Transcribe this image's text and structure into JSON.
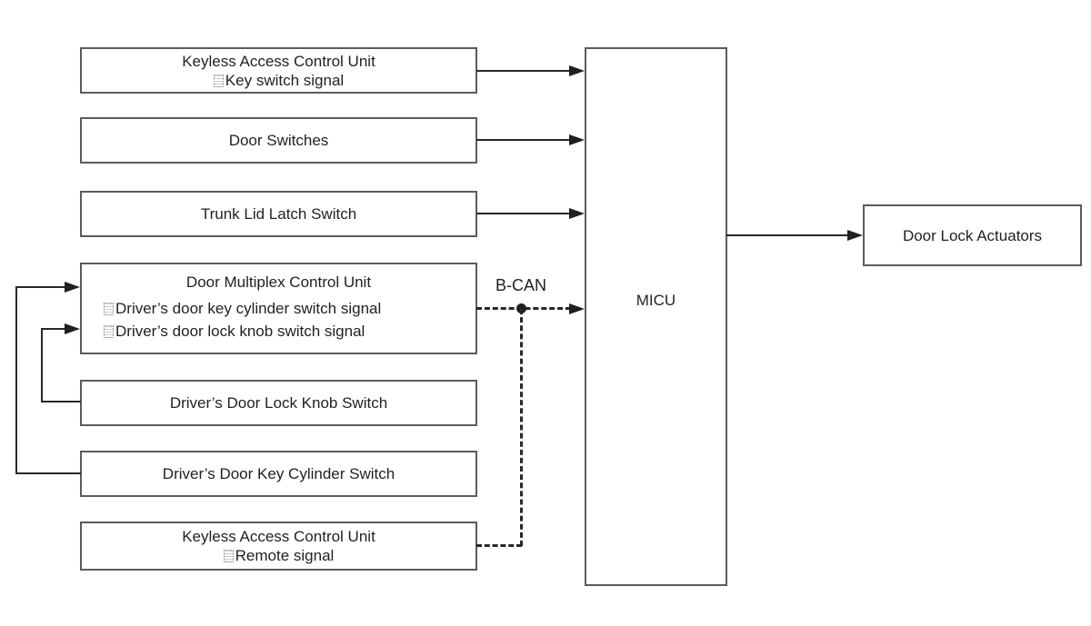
{
  "boxes": {
    "keyless_key": {
      "line1": "Keyless Access Control Unit",
      "line2": "Key switch signal"
    },
    "door_switches": {
      "label": "Door Switches"
    },
    "trunk_lid": {
      "label": "Trunk Lid Latch Switch"
    },
    "door_multiplex": {
      "title": "Door Multiplex Control Unit",
      "item1": "Driver’s door key cylinder switch signal",
      "item2": "Driver’s door lock knob switch signal"
    },
    "lock_knob": {
      "label": "Driver’s Door Lock Knob Switch"
    },
    "key_cylinder": {
      "label": "Driver’s Door Key Cylinder Switch"
    },
    "keyless_remote": {
      "line1": "Keyless Access Control Unit",
      "line2": "Remote signal"
    },
    "micu": {
      "label": "MICU"
    },
    "door_lock_actuators": {
      "label": "Door Lock Actuators"
    }
  },
  "labels": {
    "bus": "B-CAN"
  },
  "colors": {
    "line": "#2b2627",
    "arrow": "#231f20",
    "box_border": "#5b5b5f",
    "text": "#231f20",
    "background": "#ffffff"
  }
}
